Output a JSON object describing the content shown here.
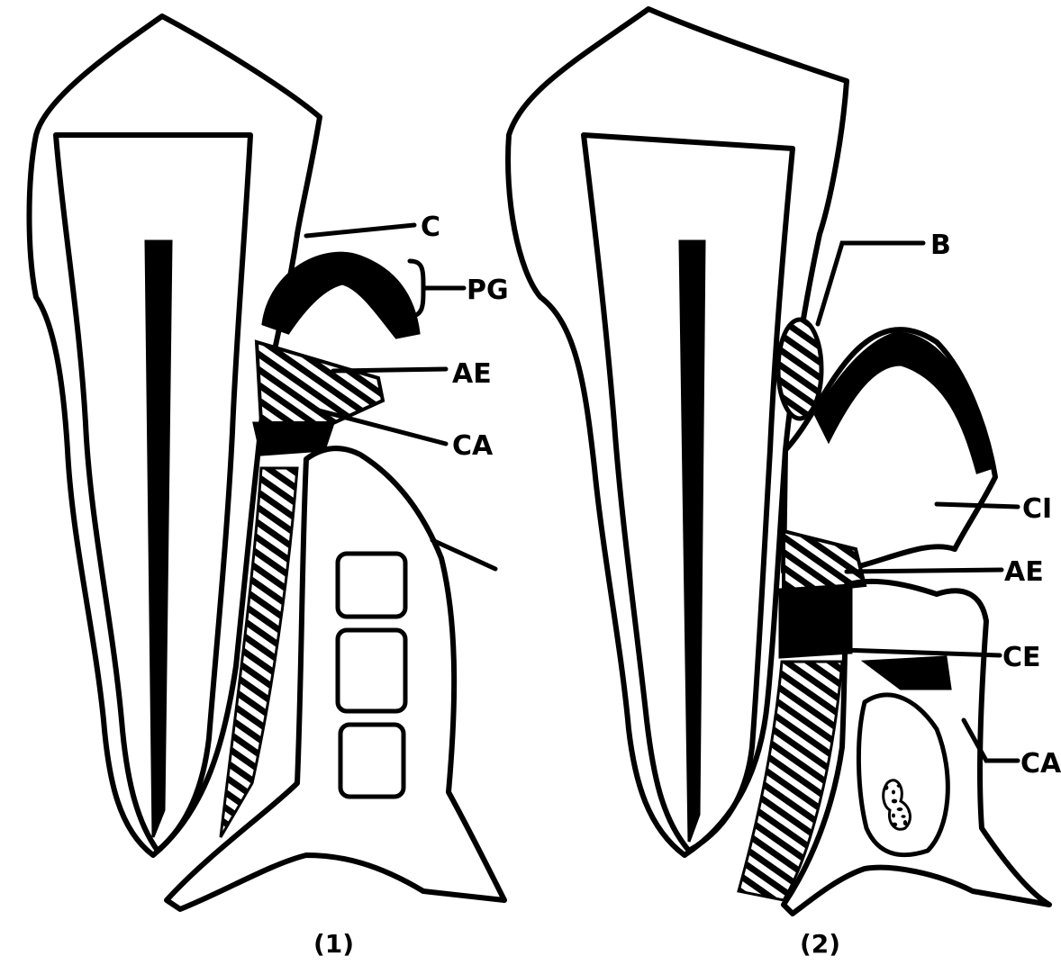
{
  "figure": {
    "panel_1": {
      "caption": "(1)",
      "labels": {
        "c": "C",
        "pg": "PG",
        "ae": "AE",
        "ca": "CA"
      }
    },
    "panel_2": {
      "caption": "(2)",
      "labels": {
        "b": "B",
        "ci": "CI",
        "ae": "AE",
        "ce": "CE",
        "ca": "CA"
      }
    }
  },
  "colors": {
    "ink": "#000000",
    "paper": "#ffffff"
  }
}
